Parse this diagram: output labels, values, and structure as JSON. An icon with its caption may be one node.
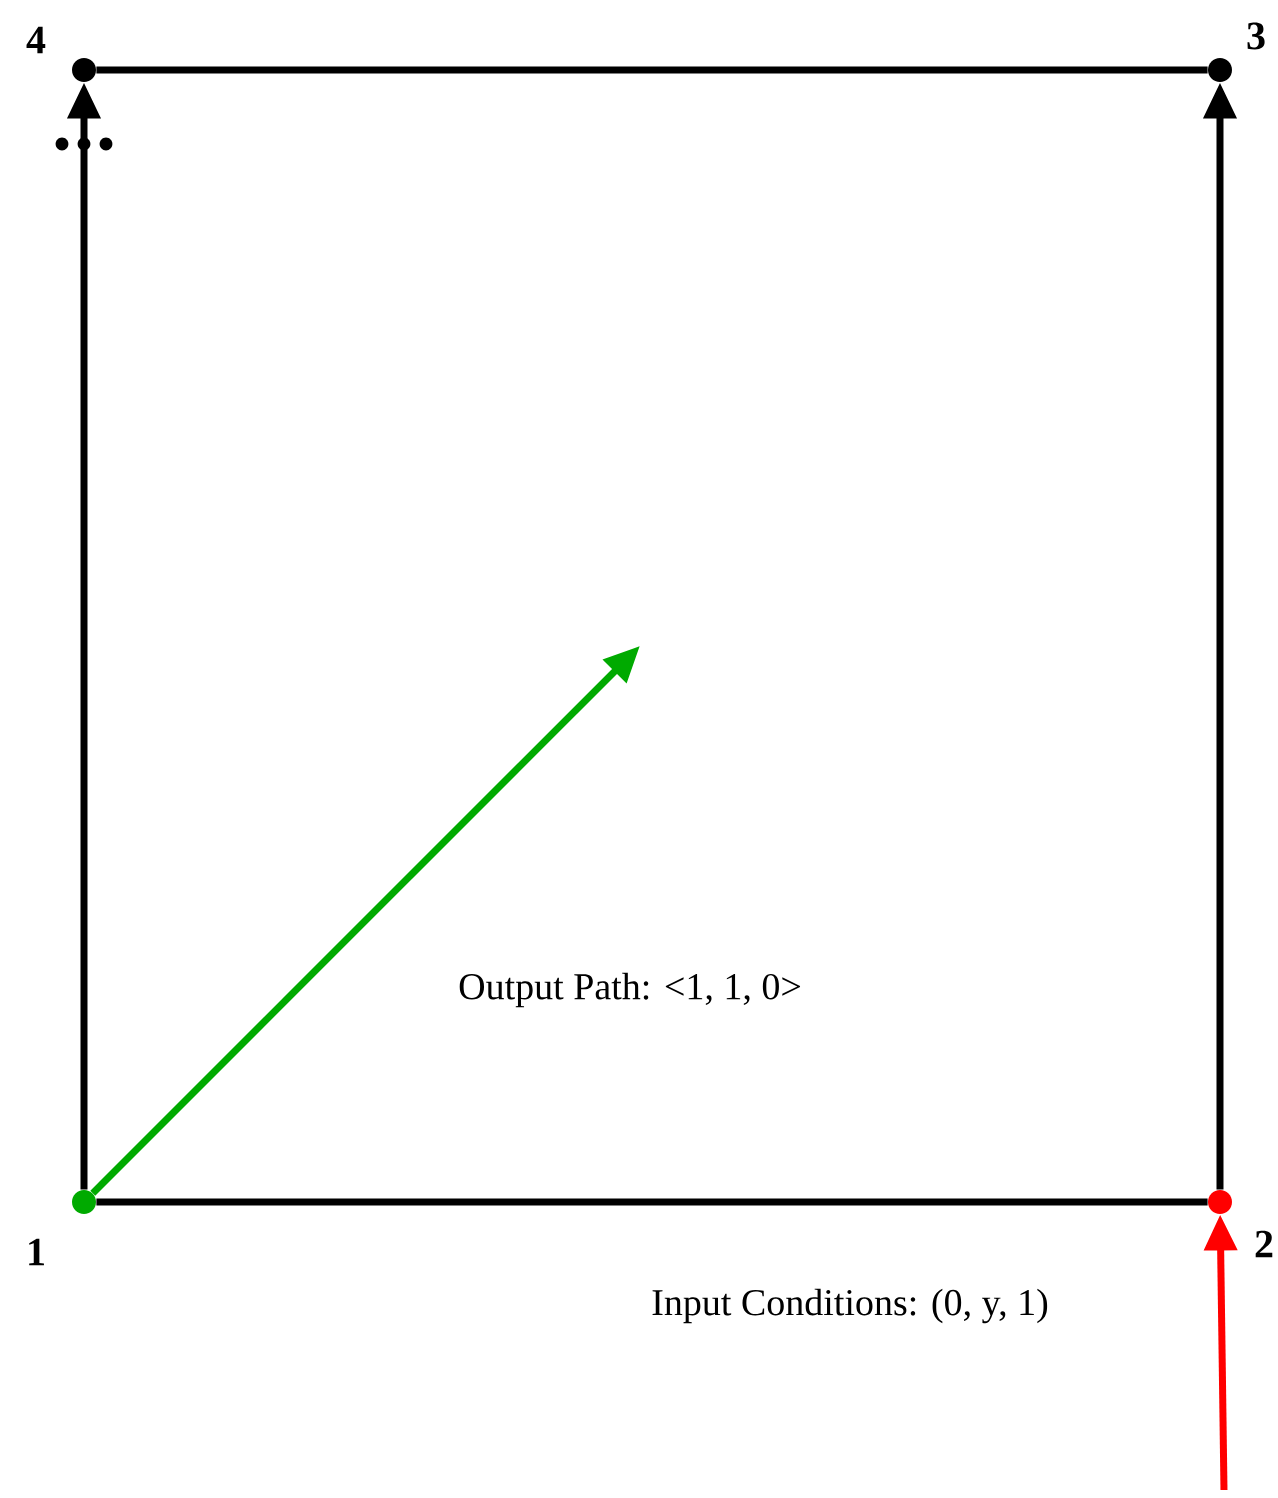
{
  "diagram": {
    "nodes": [
      {
        "text": [],
        "shape": "circle",
        "beside": [
          "1"
        ]
      },
      {
        "text": [],
        "shape": "circle",
        "beside": [
          "2"
        ]
      },
      {
        "text": [],
        "shape": "circle",
        "beside": [
          "3"
        ]
      },
      {
        "text": [],
        "shape": "circle",
        "beside": [
          "4"
        ]
      }
    ],
    "edges": [
      {
        "from": 0,
        "to": 1,
        "arrow": "none"
      },
      {
        "from": 1,
        "to": 2,
        "arrow": "to"
      },
      {
        "from": 2,
        "to": 3,
        "arrow": "none"
      },
      {
        "from": 0,
        "to": 3,
        "arrow": "to"
      },
      {
        "from": 0,
        "to": null,
        "arrow": "to",
        "color": "#00aa00"
      },
      {
        "from": null,
        "to": 1,
        "arrow": "to",
        "color": "#ff0000"
      }
    ],
    "labels": [
      "Output Path: <1, 1, 0>",
      "Input Conditions: (0, y, 1)"
    ]
  }
}
